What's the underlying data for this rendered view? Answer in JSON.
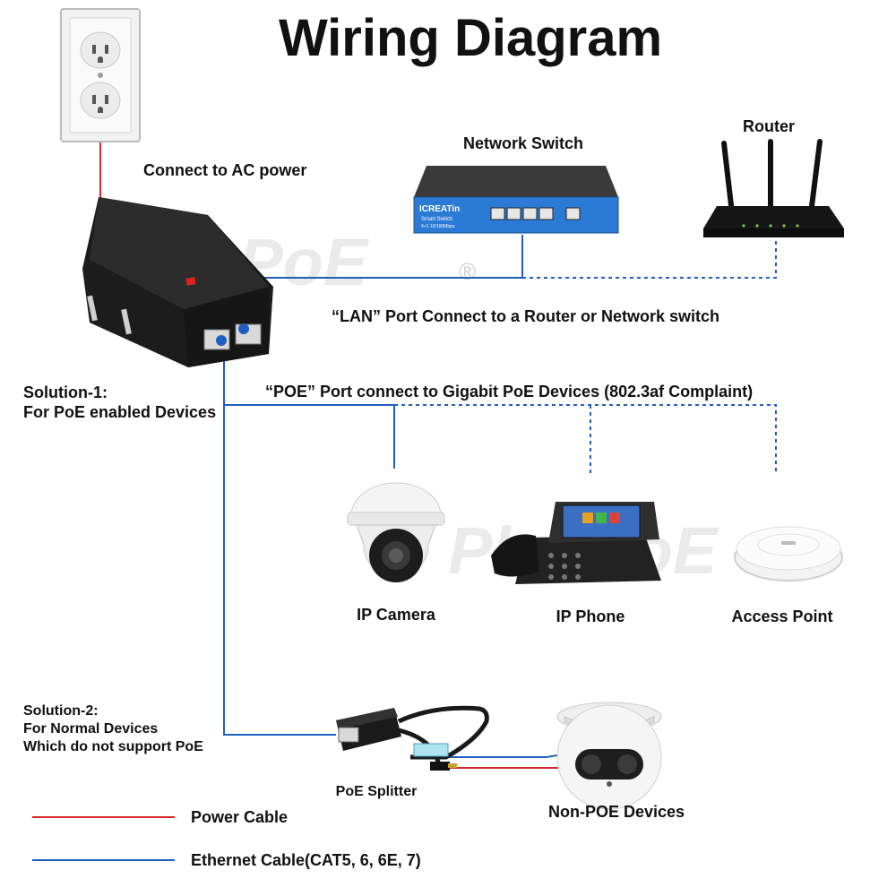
{
  "title": "Wiring Diagram",
  "watermark": "PlusPoE",
  "watermark_mark": "®",
  "labels": {
    "ac_power": "Connect to AC power",
    "network_switch": "Network Switch",
    "router": "Router",
    "lan_port": "“LAN” Port Connect to a Router or Network switch",
    "poe_port": "“POE” Port connect to Gigabit PoE Devices (802.3af Complaint)",
    "solution1_line1": "Solution-1:",
    "solution1_line2": "For PoE enabled Devices",
    "solution2_line1": "Solution-2:",
    "solution2_line2": "For Normal Devices",
    "solution2_line3": "Which do not support PoE",
    "ip_camera": "IP Camera",
    "ip_phone": "IP Phone",
    "access_point": "Access Point",
    "poe_splitter": "PoE Splitter",
    "non_poe_devices": "Non-POE Devices",
    "switch_brand": "ICREATin",
    "switch_model": "Smart Switch",
    "switch_spec": "4+1 10/100Mbps"
  },
  "legend": [
    {
      "label": "Power Cable",
      "color": "#d62828"
    },
    {
      "label": "Ethernet Cable(CAT5, 6, 6E, 7)",
      "color": "#1f5fbf"
    }
  ],
  "colors": {
    "power": "#d62828",
    "ethernet": "#1f5fbf",
    "device_dark": "#1c1c1c",
    "switch_blue": "#2b7bd6"
  },
  "icons": [
    "wall-outlet-icon",
    "poe-injector-icon",
    "network-switch-icon",
    "router-icon",
    "ip-camera-icon",
    "ip-phone-icon",
    "access-point-icon",
    "poe-splitter-icon",
    "dome-camera-icon"
  ]
}
